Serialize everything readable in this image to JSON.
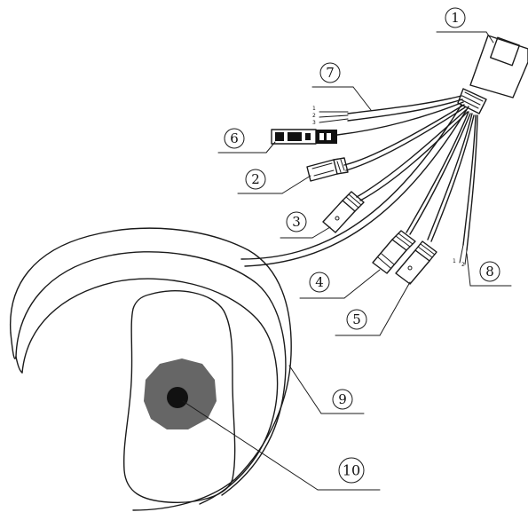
{
  "diagram": {
    "callouts": [
      {
        "id": "1",
        "label": "1"
      },
      {
        "id": "2",
        "label": "2"
      },
      {
        "id": "3",
        "label": "3"
      },
      {
        "id": "4",
        "label": "4"
      },
      {
        "id": "5",
        "label": "5"
      },
      {
        "id": "6",
        "label": "6"
      },
      {
        "id": "7",
        "label": "7"
      },
      {
        "id": "8",
        "label": "8"
      },
      {
        "id": "9",
        "label": "9"
      },
      {
        "id": "10",
        "label": "10"
      }
    ],
    "colors": {
      "line": "#1a1a1a",
      "lens_outer": "#666666",
      "lens_inner": "#111111",
      "background": "#ffffff"
    }
  }
}
